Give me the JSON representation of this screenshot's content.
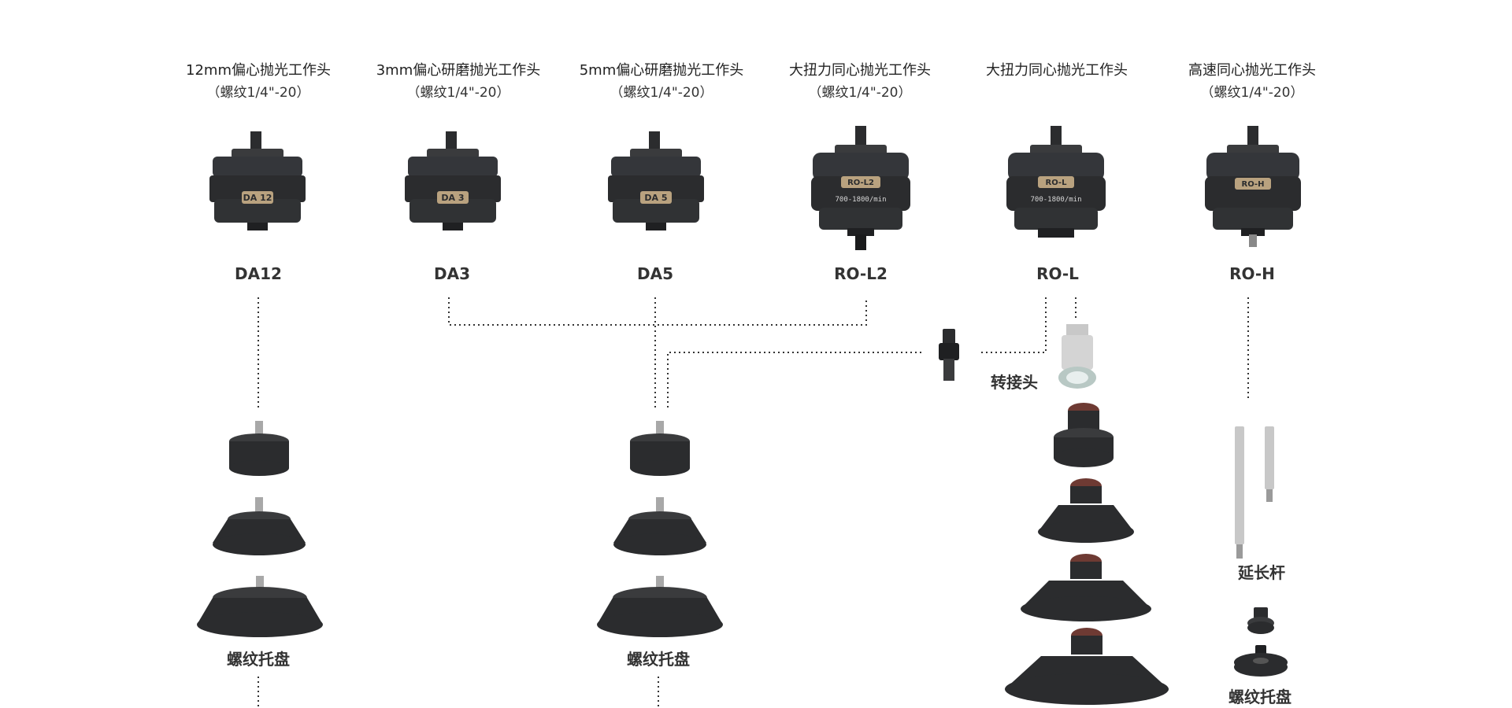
{
  "heads": [
    {
      "title": "12mm偏心抛光工作头",
      "sub": "（螺纹1/4\"-20）",
      "model": "DA12",
      "badge": "DA 12"
    },
    {
      "title": "3mm偏心研磨抛光工作头",
      "sub": "（螺纹1/4\"-20）",
      "model": "DA3",
      "badge": "DA 3"
    },
    {
      "title": "5mm偏心研磨抛光工作头",
      "sub": "（螺纹1/4\"-20）",
      "model": "DA5",
      "badge": "DA 5"
    },
    {
      "title": "大扭力同心抛光工作头",
      "sub": "（螺纹1/4\"-20）",
      "model": "RO-L2",
      "badge": "RO-L2",
      "speed": "700-1800/min"
    },
    {
      "title": "大扭力同心抛光工作头",
      "sub": "",
      "model": "RO-L",
      "badge": "RO-L",
      "speed": "700-1800/min"
    },
    {
      "title": "高速同心抛光工作头",
      "sub": "（螺纹1/4\"-20）",
      "model": "RO-H",
      "badge": "RO-H"
    }
  ],
  "labels": {
    "adapter": "转接头",
    "threaded_pad_left": "螺纹托盘",
    "threaded_pad_mid": "螺纹托盘",
    "extension_rod": "延长杆",
    "threaded_pad_right": "螺纹托盘"
  },
  "colors": {
    "body": "#2b2c2e",
    "body_light": "#45474a",
    "badge": "#b9a27f",
    "dotted_line": "#333333",
    "velcro_cap": "#6e3a33",
    "steel": "#c8c8c8"
  }
}
